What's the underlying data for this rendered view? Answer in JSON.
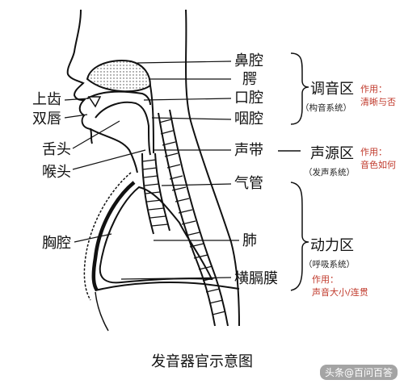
{
  "caption": "发音器官示意图",
  "left_labels": {
    "upper_teeth": "上齿",
    "lips": "双唇",
    "tongue": "舌头",
    "throat": "喉头",
    "chest": "胸腔"
  },
  "right_labels": {
    "nasal_cavity": "鼻腔",
    "palate": "腭",
    "oral_cavity": "口腔",
    "pharynx": "咽腔",
    "vocal_cords": "声带",
    "trachea": "气管",
    "lungs": "肺",
    "diaphragm": "横膈膜"
  },
  "zones": {
    "articulation": {
      "name": "调音区",
      "system": "（构音系统）",
      "note_title": "作用：",
      "note_body": "清晰与否"
    },
    "source": {
      "name": "声源区",
      "system": "（发声系统）",
      "note_title": "作用：",
      "note_body": "音色如何"
    },
    "power": {
      "name": "动力区",
      "system": "（呼吸系统）",
      "note_title": "作用：",
      "note_body": "声音大小/连贯"
    }
  },
  "watermark": "头条@百问百答",
  "colors": {
    "ink": "#111111",
    "note": "#c0392b"
  }
}
